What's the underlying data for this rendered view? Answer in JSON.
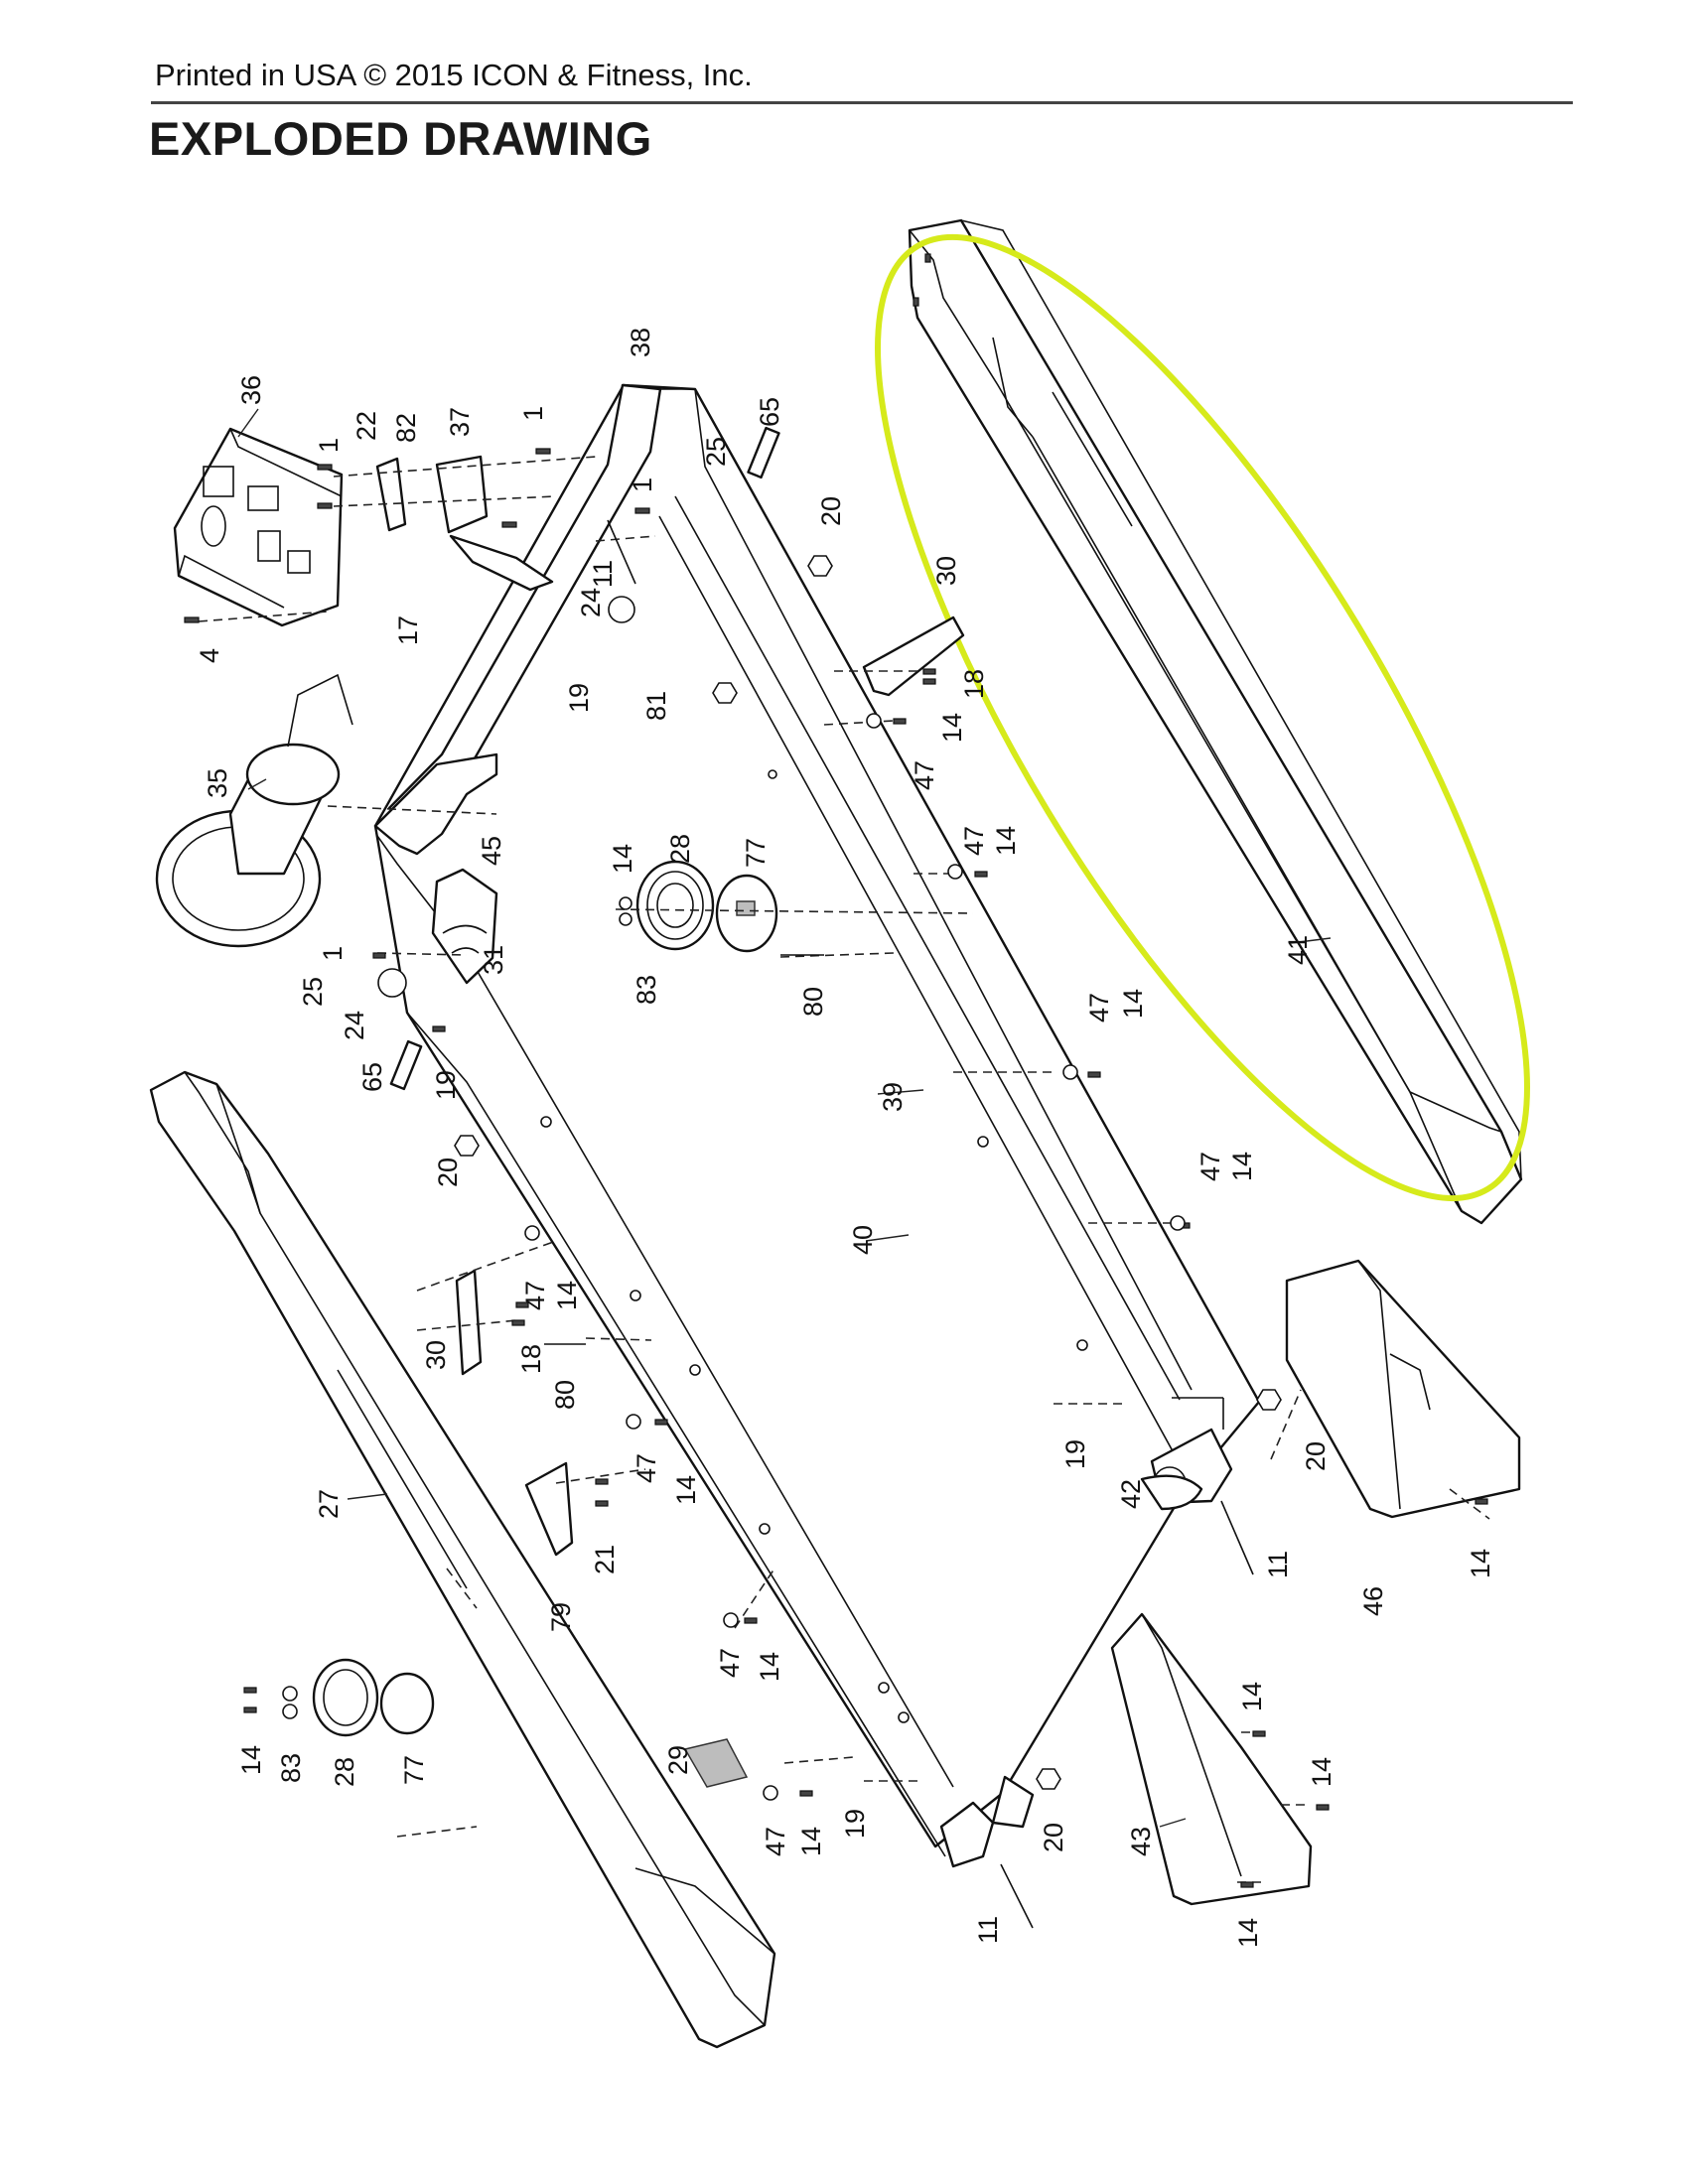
{
  "header": {
    "copyright": "Printed in USA © 2015 ICON & Fitness, Inc.",
    "title": "EXPLODED DRAWING"
  },
  "highlight": {
    "color": "#d6ea1b",
    "callout_part": "41"
  },
  "parts": {
    "p1a": "1",
    "p1b": "1",
    "p1c": "1",
    "p1d": "1",
    "p4": "4",
    "p11a": "11",
    "p11b": "11",
    "p11c": "11",
    "p14a": "14",
    "p14b": "14",
    "p14c": "14",
    "p14d": "14",
    "p14e": "14",
    "p14f": "14",
    "p14g": "14",
    "p14h": "14",
    "p14i": "14",
    "p14j": "14",
    "p14k": "14",
    "p14l": "14",
    "p14m": "14",
    "p14n": "14",
    "p17": "17",
    "p18a": "18",
    "p18b": "18",
    "p19a": "19",
    "p19b": "19",
    "p19c": "19",
    "p19d": "19",
    "p20a": "20",
    "p20b": "20",
    "p20c": "20",
    "p20d": "20",
    "p21": "21",
    "p22": "22",
    "p24a": "24",
    "p24b": "24",
    "p25a": "25",
    "p25b": "25",
    "p27": "27",
    "p28a": "28",
    "p28b": "28",
    "p29": "29",
    "p30a": "30",
    "p30b": "30",
    "p31": "31",
    "p35": "35",
    "p36": "36",
    "p37": "37",
    "p38": "38",
    "p39": "39",
    "p40": "40",
    "p41": "41",
    "p42": "42",
    "p43": "43",
    "p45": "45",
    "p46": "46",
    "p47a": "47",
    "p47b": "47",
    "p47c": "47",
    "p47d": "47",
    "p47e": "47",
    "p47f": "47",
    "p47g": "47",
    "p47h": "47",
    "p65a": "65",
    "p65b": "65",
    "p77a": "77",
    "p77b": "77",
    "p79": "79",
    "p80a": "80",
    "p80b": "80",
    "p81": "81",
    "p82": "82",
    "p83a": "83",
    "p83b": "83"
  }
}
